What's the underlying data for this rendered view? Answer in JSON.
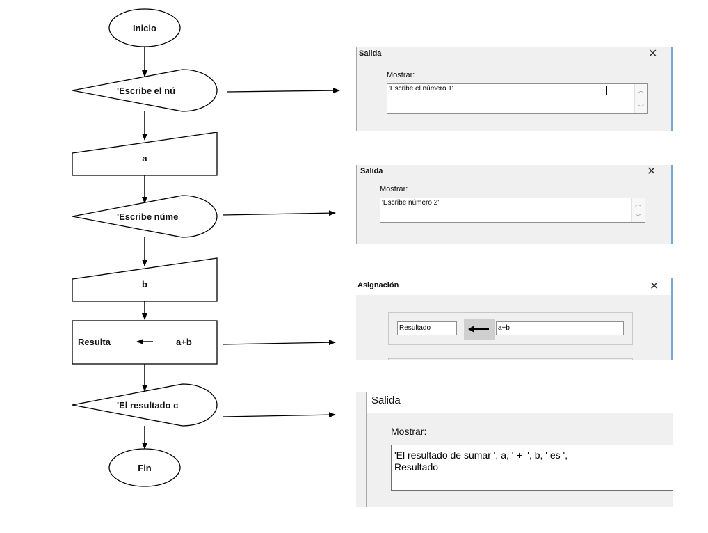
{
  "flowchart": {
    "inicio": "Inicio",
    "salida1": "'Escribe el nú",
    "input_a": "a",
    "salida2": "'Escribe núme",
    "input_b": "b",
    "assign_target": "Resulta",
    "assign_arrow": "←",
    "assign_expr": "a+b",
    "salida3": "'El resultado c",
    "fin": "Fin"
  },
  "dialogs": {
    "salida1": {
      "title": "Salida",
      "close": "✕",
      "label": "Mostrar:",
      "value": "'Escribe el número 1'"
    },
    "salida2": {
      "title": "Salida",
      "close": "✕",
      "label": "Mostrar:",
      "value": "'Escribe número 2'"
    },
    "asignacion": {
      "title": "Asignación",
      "close": "✕",
      "target": "Resultado",
      "expr": "a+b"
    },
    "salida3": {
      "title": "Salida",
      "label": "Mostrar:",
      "value": "'El resultado de sumar ', a, ' +  ', b, ' es ',\nResultado"
    }
  },
  "colors": {
    "dialog_bg": "#f0f0f0",
    "dialog_border_accent": "#7aa7d6",
    "field_border": "#8f8f8f"
  }
}
